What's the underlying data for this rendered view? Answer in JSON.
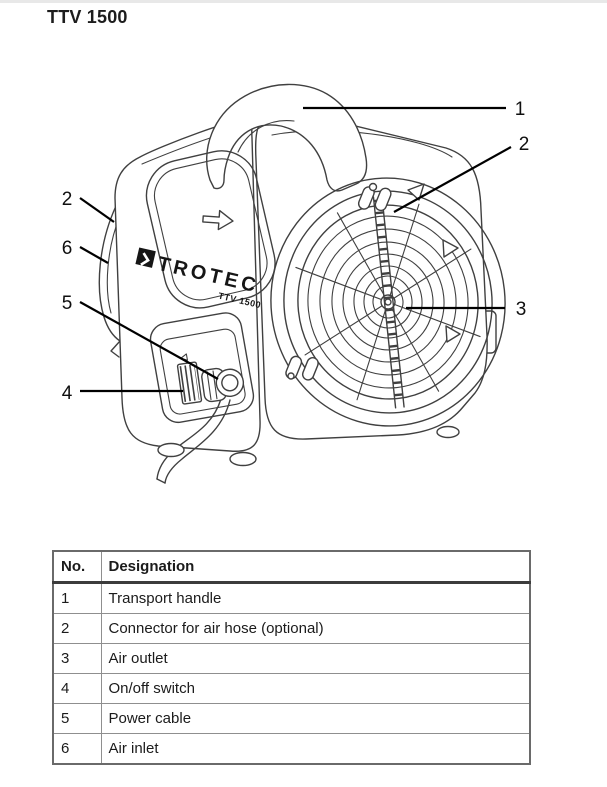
{
  "page": {
    "title": "TTV 1500"
  },
  "figure": {
    "device": {
      "brand": "TROTEC",
      "model": "TTV 1500",
      "brand_icon": "chevron-right-icon"
    },
    "callout_numbers": {
      "n1": "1",
      "n2": "2",
      "n3": "3",
      "n4": "4",
      "n5": "5",
      "n6": "6"
    }
  },
  "table": {
    "header": {
      "no": "No.",
      "designation": "Designation"
    },
    "rows": [
      {
        "no": "1",
        "designation": "Transport handle"
      },
      {
        "no": "2",
        "designation": "Connector for air hose (optional)"
      },
      {
        "no": "3",
        "designation": "Air outlet"
      },
      {
        "no": "4",
        "designation": "On/off switch"
      },
      {
        "no": "5",
        "designation": "Power cable"
      },
      {
        "no": "6",
        "designation": "Air inlet"
      }
    ]
  },
  "colors": {
    "text": "#1a1a1a",
    "line_art": "#404040",
    "leader_line": "#000000",
    "table_border_outer": "#6a6a6a",
    "table_border_inner": "#8f8f8f",
    "header_underline": "#3c3c3c",
    "top_strip": "#e8e8e8",
    "logo_black": "#161616"
  }
}
